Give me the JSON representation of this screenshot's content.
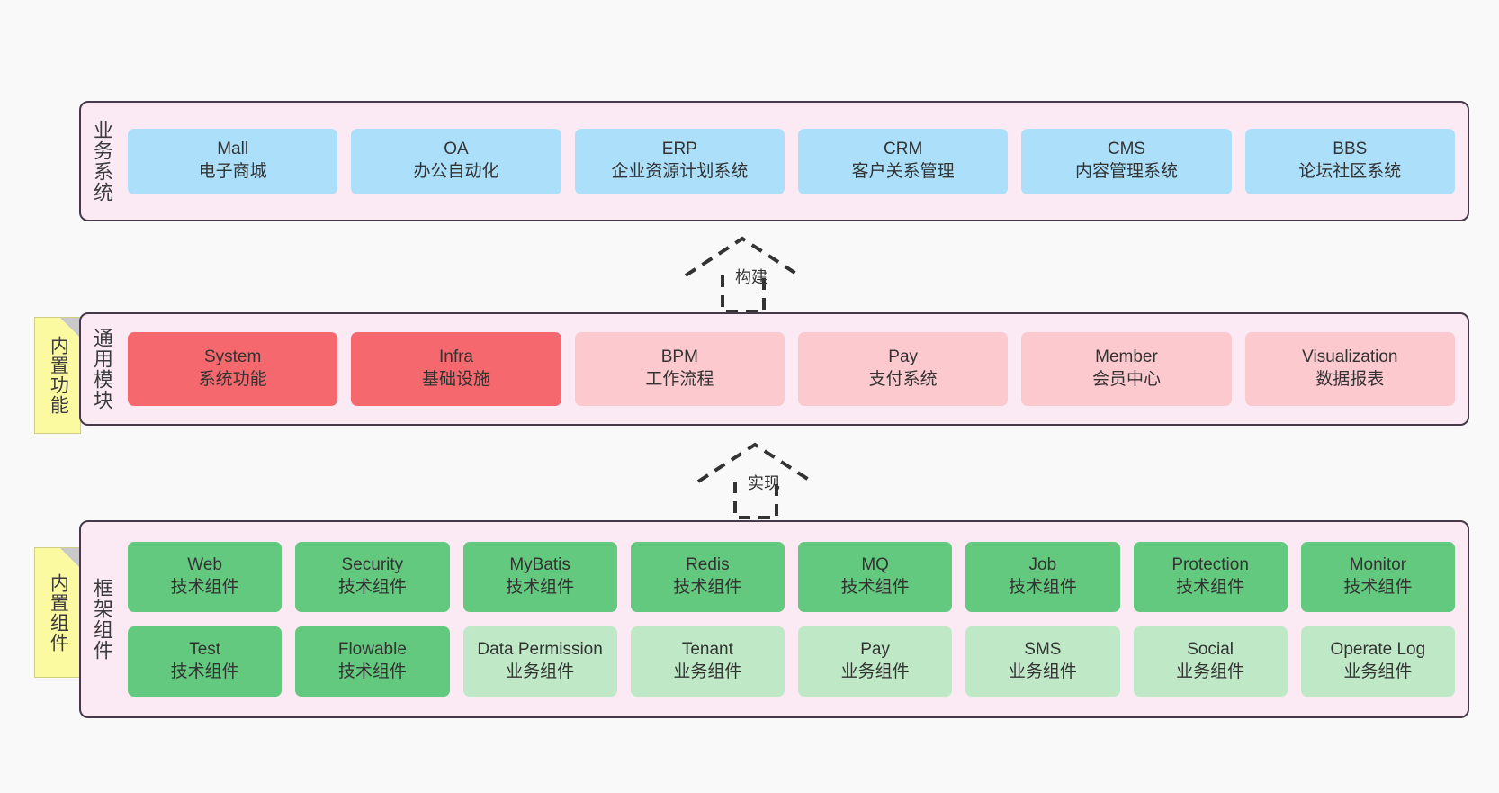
{
  "diagram": {
    "title_note_1": "内置功能",
    "title_note_2": "内置组件",
    "colors": {
      "canvas": "#f9f9f9",
      "layer_bg": "#fbeaf4",
      "layer_border": "#46394a",
      "business_card": "#ace0fa",
      "module_strong": "#f4686e",
      "module_soft": "#fcc9cf",
      "component_tech": "#63c97e",
      "component_business": "#bfe9c6",
      "note_bg": "#fcfaa0",
      "note_fold": "#c9c9c9",
      "text": "#333333"
    }
  },
  "layers": {
    "business": {
      "label": "业务系统",
      "cards": [
        {
          "name": "Mall",
          "desc": "电子商城"
        },
        {
          "name": "OA",
          "desc": "办公自动化"
        },
        {
          "name": "ERP",
          "desc": "企业资源计划系统"
        },
        {
          "name": "CRM",
          "desc": "客户关系管理"
        },
        {
          "name": "CMS",
          "desc": "内容管理系统"
        },
        {
          "name": "BBS",
          "desc": "论坛社区系统"
        }
      ]
    },
    "modules": {
      "label": "通用模块",
      "note": "内置功能",
      "cards": [
        {
          "name": "System",
          "desc": "系统功能",
          "style": "strong"
        },
        {
          "name": "Infra",
          "desc": "基础设施",
          "style": "strong"
        },
        {
          "name": "BPM",
          "desc": "工作流程",
          "style": "soft"
        },
        {
          "name": "Pay",
          "desc": "支付系统",
          "style": "soft"
        },
        {
          "name": "Member",
          "desc": "会员中心",
          "style": "soft"
        },
        {
          "name": "Visualization",
          "desc": "数据报表",
          "style": "soft"
        }
      ]
    },
    "framework": {
      "label": "框架组件",
      "note": "内置组件",
      "row1": [
        {
          "name": "Web",
          "desc": "技术组件",
          "style": "tech"
        },
        {
          "name": "Security",
          "desc": "技术组件",
          "style": "tech"
        },
        {
          "name": "MyBatis",
          "desc": "技术组件",
          "style": "tech"
        },
        {
          "name": "Redis",
          "desc": "技术组件",
          "style": "tech"
        },
        {
          "name": "MQ",
          "desc": "技术组件",
          "style": "tech"
        },
        {
          "name": "Job",
          "desc": "技术组件",
          "style": "tech"
        },
        {
          "name": "Protection",
          "desc": "技术组件",
          "style": "tech"
        },
        {
          "name": "Monitor",
          "desc": "技术组件",
          "style": "tech"
        }
      ],
      "row2": [
        {
          "name": "Test",
          "desc": "技术组件",
          "style": "tech"
        },
        {
          "name": "Flowable",
          "desc": "技术组件",
          "style": "tech"
        },
        {
          "name": "Data Permission",
          "desc": "业务组件",
          "style": "business"
        },
        {
          "name": "Tenant",
          "desc": "业务组件",
          "style": "business"
        },
        {
          "name": "Pay",
          "desc": "业务组件",
          "style": "business"
        },
        {
          "name": "SMS",
          "desc": "业务组件",
          "style": "business"
        },
        {
          "name": "Social",
          "desc": "业务组件",
          "style": "business"
        },
        {
          "name": "Operate Log",
          "desc": "业务组件",
          "style": "business"
        }
      ]
    }
  },
  "connectors": [
    {
      "label": "构建",
      "from": "modules",
      "to": "business"
    },
    {
      "label": "实现",
      "from": "framework",
      "to": "modules"
    }
  ]
}
